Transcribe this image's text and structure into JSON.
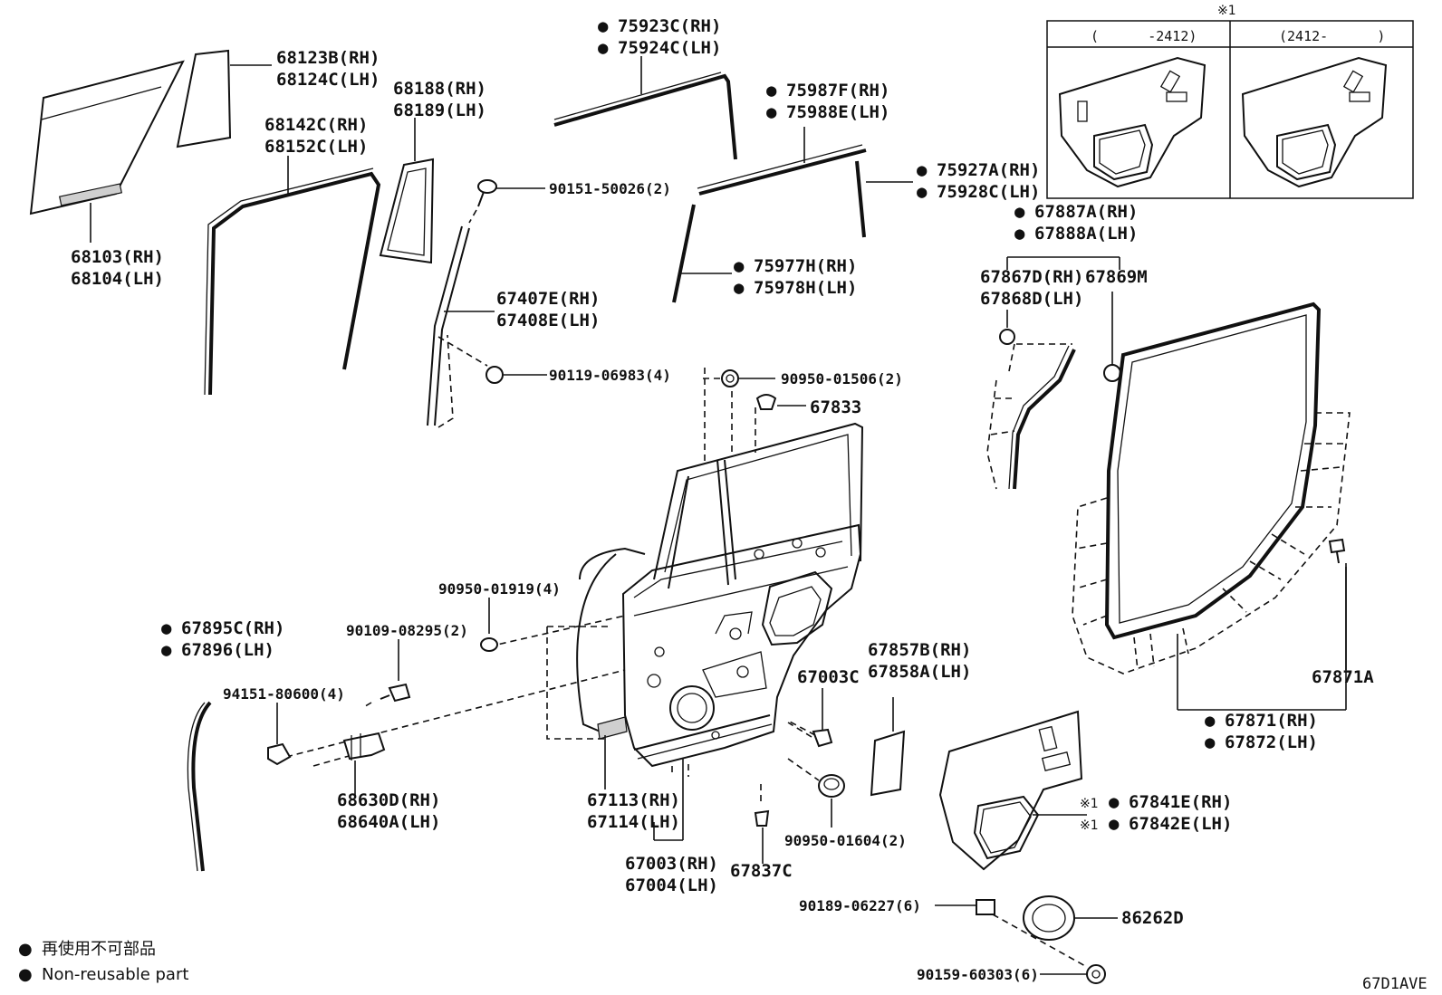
{
  "labels": {
    "l68123b": "68123B(RH)",
    "l68124c": "68124C(LH)",
    "l68188": "68188(RH)",
    "l68189": "68189(LH)",
    "l68142c": "68142C(RH)",
    "l68152c": "68152C(LH)",
    "l68103": "68103(RH)",
    "l68104": "68104(LH)",
    "l75923c": "75923C(RH)",
    "l75924c": "75924C(LH)",
    "l75987f": "75987F(RH)",
    "l75988e": "75988E(LH)",
    "l75927a": "75927A(RH)",
    "l75928c": "75928C(LH)",
    "l90151": "90151-50026(2)",
    "l75977h": "75977H(RH)",
    "l75978h": "75978H(LH)",
    "l67407e": "67407E(RH)",
    "l67408e": "67408E(LH)",
    "l90119": "90119-06983(4)",
    "l90950_01506": "90950-01506(2)",
    "l67833": "67833",
    "l67887a": "67887A(RH)",
    "l67888a": "67888A(LH)",
    "l67867d": "67867D(RH)",
    "l67869m": "67869M",
    "l67868d": "67868D(LH)",
    "l90950_01919": "90950-01919(4)",
    "l67895c": "67895C(RH)",
    "l67896": "67896(LH)",
    "l90109": "90109-08295(2)",
    "l94151": "94151-80600(4)",
    "l67003c": "67003C",
    "l67857b": "67857B(RH)",
    "l67858a": "67858A(LH)",
    "l68630d": "68630D(RH)",
    "l68640a": "68640A(LH)",
    "l67113": "67113(RH)",
    "l67114": "67114(LH)",
    "l67003": "67003(RH)",
    "l67004": "67004(LH)",
    "l67837c": "67837C",
    "l90950_01604": "90950-01604(2)",
    "l67871a": "67871A",
    "l67871": "67871(RH)",
    "l67872": "67872(LH)",
    "l67841e": "67841E(RH)",
    "l67842e": "67842E(LH)",
    "l90189": "90189-06227(6)",
    "l86262d": "86262D",
    "l90159": "90159-60303(6)"
  },
  "markers": {
    "bullet": "●",
    "note_ref": "※1"
  },
  "inset": {
    "note": "※1",
    "col_left": "(      -2412)",
    "col_right": "(2412-      )"
  },
  "legend": {
    "line_jp": "再使用不可部品",
    "line_en": "Non-reusable part"
  },
  "diagram_code": "67D1AVE"
}
